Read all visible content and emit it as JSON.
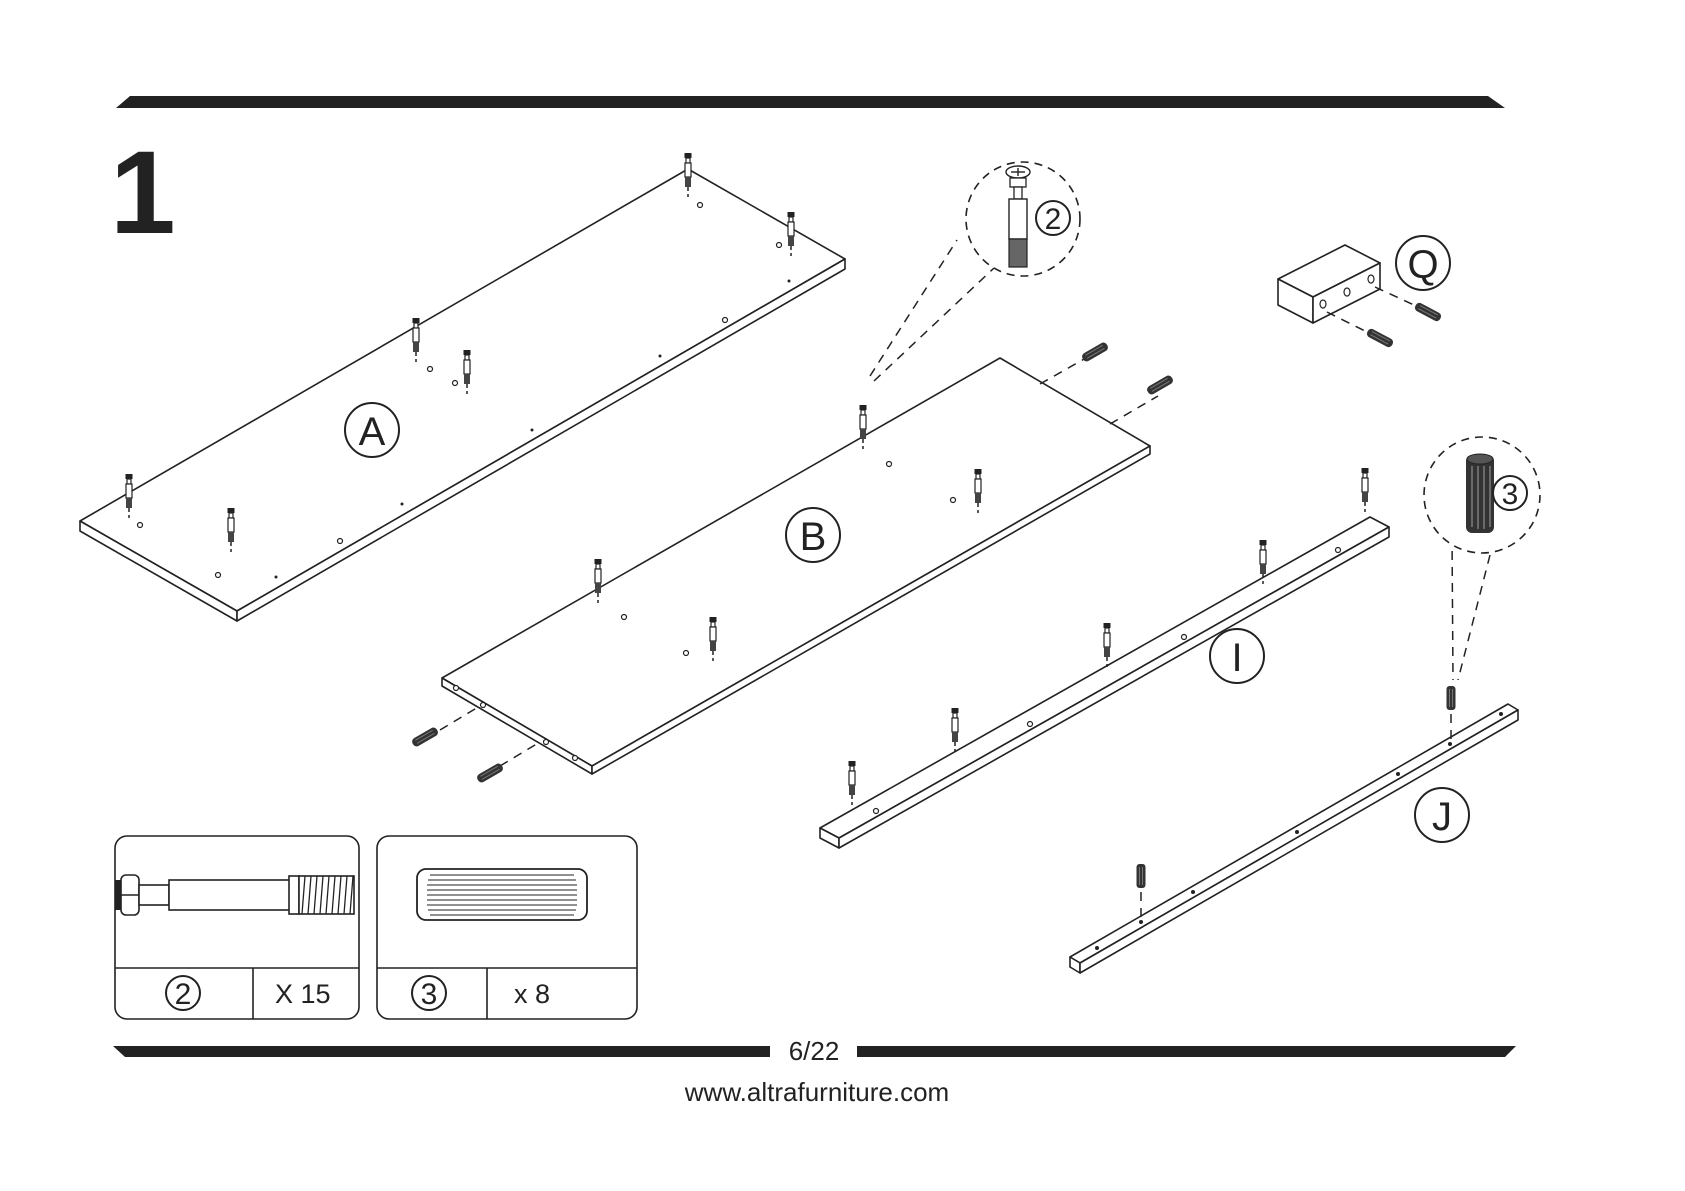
{
  "step": {
    "number": "1"
  },
  "parts": {
    "A": "A",
    "B": "B",
    "I": "I",
    "J": "J",
    "Q": "Q"
  },
  "callouts": {
    "cam_bolt_id": "2",
    "dowel_id": "3"
  },
  "hardware": [
    {
      "id": "2",
      "quantity": "X 15",
      "icon": "cam-bolt-icon"
    },
    {
      "id": "3",
      "quantity": "x 8",
      "icon": "wooden-dowel-icon"
    }
  ],
  "footer": {
    "page": "6/22",
    "website": "www.altrafurniture.com"
  },
  "colors": {
    "ink": "#222222",
    "paper": "#ffffff"
  }
}
